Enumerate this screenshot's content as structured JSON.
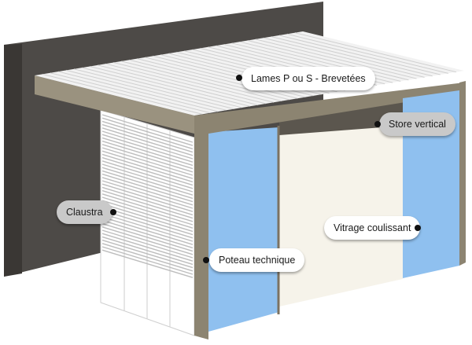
{
  "colors": {
    "wall": "#4d4a47",
    "frame": "#8c8471",
    "roof": "#f2f2f2",
    "glass": "#8fc0ef",
    "floor_inside": "#f6f3ea",
    "claustra": "#ffffff"
  },
  "callouts": [
    {
      "id": "lames",
      "text": "Lames P ou S - Brevetées"
    },
    {
      "id": "store",
      "text": "Store vertical"
    },
    {
      "id": "claustra",
      "text": "Claustra"
    },
    {
      "id": "vitrage",
      "text": "Vitrage coulissant"
    },
    {
      "id": "poteau",
      "text": "Poteau technique"
    }
  ]
}
